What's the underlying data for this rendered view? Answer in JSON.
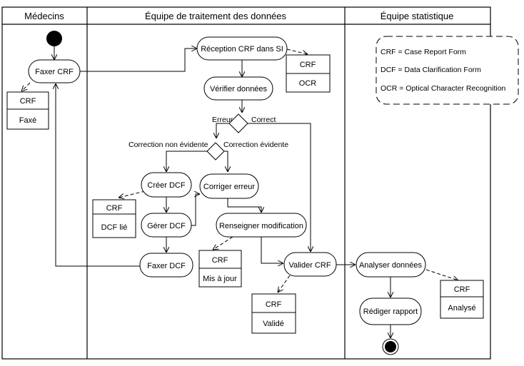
{
  "lanes": {
    "medecins": "Médecins",
    "traitement": "Équipe de traitement des données",
    "statistique": "Équipe statistique"
  },
  "activities": {
    "faxer_crf": "Faxer CRF",
    "reception": "Réception CRF dans SI",
    "verifier": "Vérifier données",
    "creer_dcf": "Créer DCF",
    "corriger": "Corriger erreur",
    "gerer_dcf": "Gérer DCF",
    "renseigner": "Renseigner modification",
    "faxer_dcf": "Faxer DCF",
    "valider": "Valider CRF",
    "analyser": "Analyser données",
    "rediger": "Rédiger rapport"
  },
  "objects": {
    "faxe": {
      "name": "CRF",
      "state": "Faxé"
    },
    "ocr": {
      "name": "CRF",
      "state": "OCR"
    },
    "dcf_lie": {
      "name": "CRF",
      "state": "DCF lié"
    },
    "mis_a_jour": {
      "name": "CRF",
      "state": "Mis à jour"
    },
    "valide": {
      "name": "CRF",
      "state": "Validé"
    },
    "analyse": {
      "name": "CRF",
      "state": "Analysé"
    }
  },
  "guards": {
    "erreur": "Erreur",
    "correct": "Correct",
    "non_evidente": "Correction non évidente",
    "evidente": "Correction évidente"
  },
  "legend": [
    "CRF = Case Report Form",
    "DCF = Data Clarification Form",
    "OCR = Optical Character Recognition"
  ]
}
